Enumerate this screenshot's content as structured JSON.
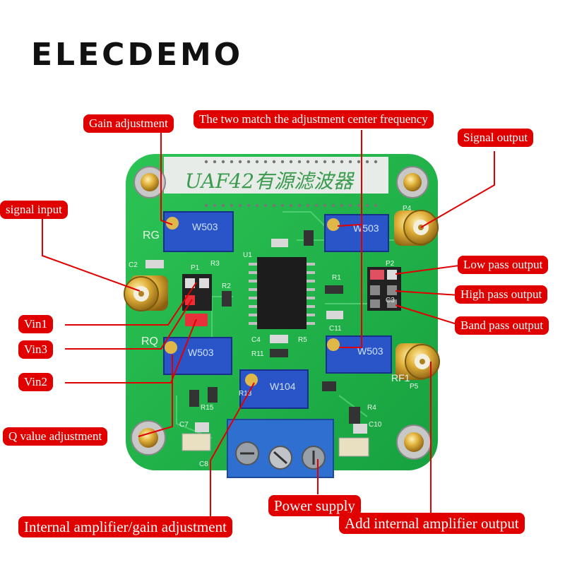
{
  "brand": "ELECDEMO",
  "board": {
    "title": "UAF42有源滤波器",
    "silk": {
      "rg": "RG",
      "rq": "RQ",
      "rf1": "RF1",
      "u1": "U1",
      "r1": "R1",
      "r2": "R2",
      "r3": "R3",
      "r4": "R4",
      "r5": "R5",
      "r11": "R11",
      "r13": "R13",
      "r15": "R15",
      "c2": "C2",
      "c3": "C3",
      "c4": "C4",
      "c7": "C7",
      "c8": "C8",
      "c10": "C10",
      "c11": "C11",
      "p1": "P1",
      "p2": "P2",
      "p4": "P4",
      "p5": "P5",
      "pot1": "W503",
      "pot2": "W503",
      "pot3": "W503",
      "pot4": "W503",
      "pot5": "W104"
    }
  },
  "labels": {
    "gain_adjustment": "Gain adjustment",
    "center_frequency": "The two match the adjustment center frequency",
    "signal_output": "Signal output",
    "signal_input": "signal input",
    "low_pass_output": "Low pass output",
    "high_pass_output": "High pass output",
    "band_pass_output": "Band pass output",
    "vin1": "Vin1",
    "vin3": "Vin3",
    "vin2": "Vin2",
    "q_value_adjustment": "Q value adjustment",
    "power_supply": "Power supply",
    "internal_amplifier_gain": "Internal amplifier/gain adjustment",
    "add_internal_amplifier_output": "Add internal amplifier output"
  },
  "colors": {
    "pcb": "#21b34a",
    "label_bg": "#e00000",
    "terminal_block": "#2f6fd0",
    "potentiometer": "#2a55c8",
    "gold": "#d4a52a"
  }
}
